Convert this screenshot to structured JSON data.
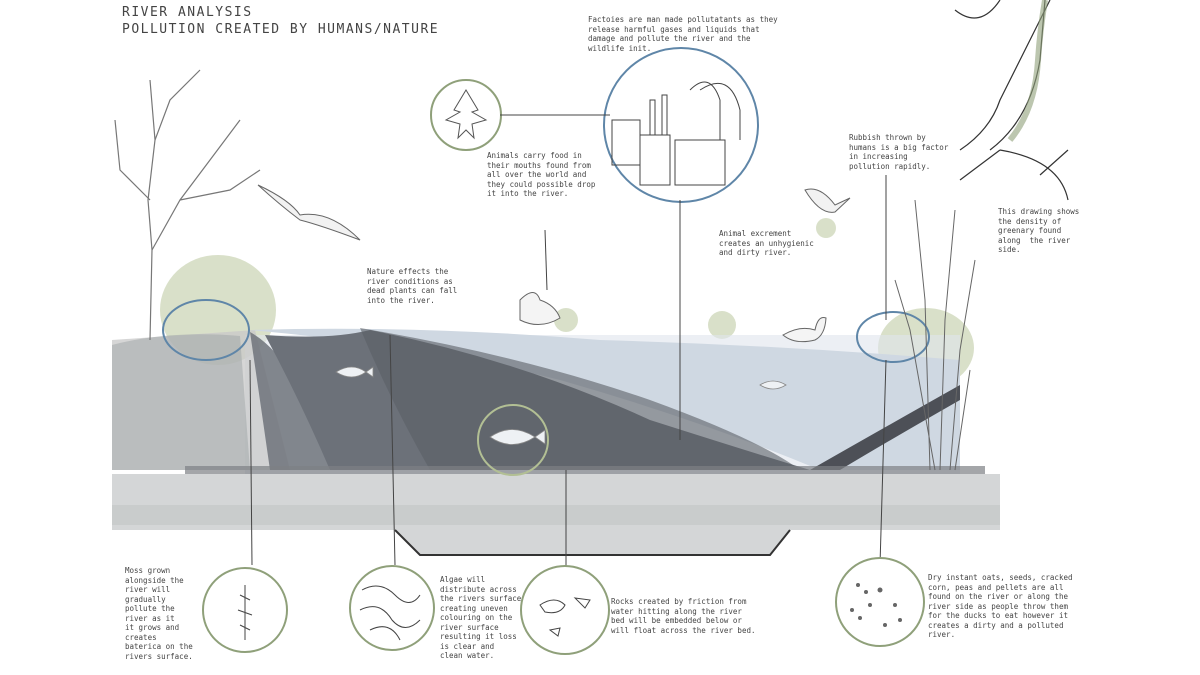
{
  "header": {
    "title_line1": "RIVER ANALYSIS",
    "title_line2": "POLLUTION CREATED BY HUMANS/NATURE"
  },
  "annotations": {
    "factories": "Factoies are man made pollutatants as they\nrelease harmful gases and liquids that\ndamage and pollute the river and the\nwildlife init.",
    "animals_food": "Animals carry food in\ntheir mouths found from\nall over the world and\nthey could possible drop\nit into the river.",
    "rubbish": "Rubbish thrown by\nhumans is a big factor\nin increasing\npollution rapidly.",
    "greenery": "This drawing shows\nthe density of\ngreenary found\nalong  the river\nside.",
    "excrement": "Animal excrement\ncreates an unhygienic\nand dirty river.",
    "nature": "Nature effects the\nriver conditions as\ndead plants can fall\ninto the river.",
    "moss": "Moss grown\nalongside the\nriver will\ngradually\npollute the\nriver as it\nit grows and\ncreates\nbaterica on the\nrivers surface.",
    "algae": "Algae will\ndistribute across\nthe rivers surface\ncreating uneven\ncolouring on the\nriver surface\nresulting it loss\nis clear and\nclean water.",
    "rocks": "Rocks created by friction from\nwater hitting along the river\nbed will be embedded below or\nwill float across the river bed.",
    "feed": "Dry instant oats, seeds, cracked\ncorn, peas and pellets are all\nfound on the river or along the\nriver side as people throw them\nfor the ducks to eat however it\ncreates a dirty and a polluted\nriver."
  },
  "colors": {
    "sage_green": "#c9d3b2",
    "circle_blue": "#5f86a8",
    "river_dark": "#6c7179",
    "river_light": "#cfd8e2",
    "ink": "#444444"
  },
  "icons": [
    "leaf-icon",
    "factory-icon",
    "moss-icon",
    "algae-icon",
    "rocks-icon",
    "seeds-icon",
    "fish-icon",
    "duck-icon",
    "bird-icon",
    "tree-icon",
    "reed-icon"
  ]
}
